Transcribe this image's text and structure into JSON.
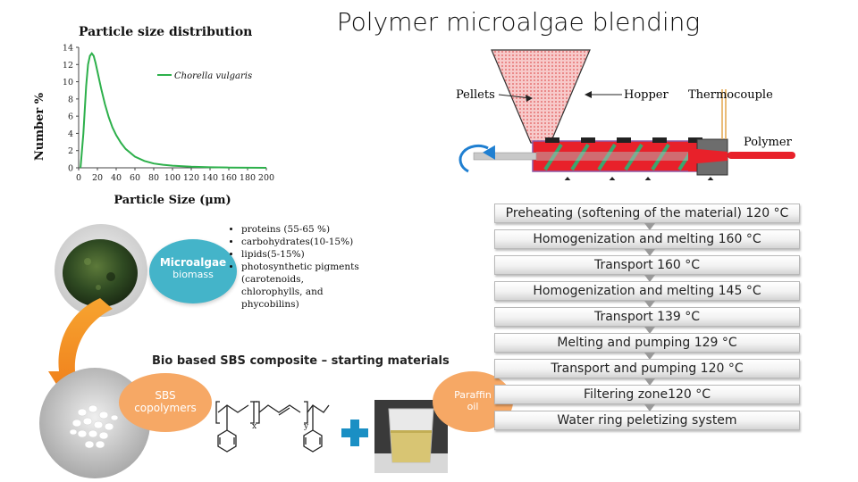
{
  "title": "Polymer microalgae blending",
  "chart_data": {
    "type": "line",
    "title": "Particle size distribution",
    "xlabel": "Particle Size (μm)",
    "ylabel": "Number %",
    "xlim": [
      0,
      200
    ],
    "ylim": [
      0,
      14
    ],
    "x_ticks": [
      0,
      20,
      40,
      60,
      80,
      100,
      120,
      140,
      160,
      180,
      200
    ],
    "y_ticks": [
      0,
      2,
      4,
      6,
      8,
      10,
      12,
      14
    ],
    "grid": false,
    "legend_position": "top-right",
    "series": [
      {
        "name": "Chorella vulgaris",
        "color": "#2db04b",
        "x": [
          2,
          5,
          8,
          10,
          12,
          14,
          16,
          18,
          20,
          24,
          28,
          32,
          36,
          40,
          45,
          50,
          60,
          70,
          80,
          90,
          100,
          120,
          140,
          160,
          180,
          200
        ],
        "y": [
          0,
          4.0,
          9.5,
          12.0,
          13.0,
          13.3,
          13.0,
          12.2,
          11.2,
          9.2,
          7.4,
          5.9,
          4.7,
          3.8,
          2.9,
          2.2,
          1.3,
          0.8,
          0.5,
          0.35,
          0.25,
          0.12,
          0.06,
          0.03,
          0.01,
          0
        ]
      }
    ]
  },
  "microalgae": {
    "bubble_line1": "Microalgae",
    "bubble_line2": "biomass",
    "components": [
      "proteins (55-65 %)",
      "carbohydrates(10-15%)",
      "lipids(5-15%)",
      "photosynthetic pigments (carotenoids, chlorophylls, and phycobilins)"
    ]
  },
  "materials_heading": "Bio based SBS composite – starting materials",
  "sbs": {
    "line1": "SBS",
    "line2": "copolymers"
  },
  "paraffin": {
    "line1": "Paraffin",
    "line2": "oil"
  },
  "formula": {
    "sub_x": "x",
    "sub_y": "y"
  },
  "extruder": {
    "pellets": "Pellets",
    "hopper": "Hopper",
    "thermocouple": "Thermocouple",
    "polymer": "Polymer"
  },
  "process_steps": [
    "Preheating (softening of the material) 120 °C",
    "Homogenization and melting 160 °C",
    "Transport 160 °C",
    "Homogenization and melting 145 °C",
    "Transport 139 °C",
    "Melting and pumping 129 °C",
    "Transport and pumping 120 °C",
    "Filtering zone120 °C",
    "Water ring peletizing system"
  ],
  "colors": {
    "curve": "#2db04b",
    "microalgae_bubble": "#44b4c9",
    "orange_bubble": "#f6a865",
    "plus_sign": "#1a8fc4",
    "barrel_red": "#e8212a",
    "screw_green": "#3aa66e",
    "rotation_arrow": "#1f7fd1"
  }
}
